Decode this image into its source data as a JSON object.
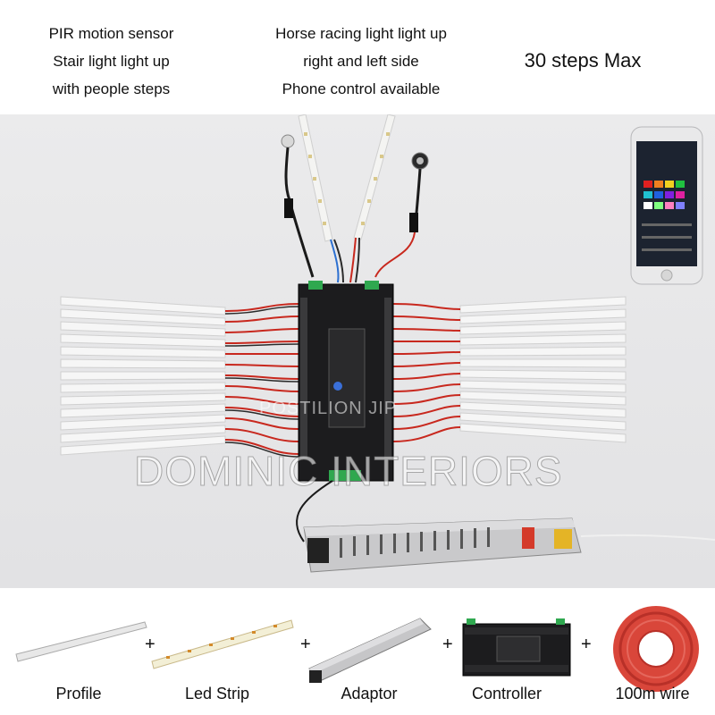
{
  "features": {
    "pir": [
      "PIR motion sensor",
      "Stair light light up",
      "with people steps"
    ],
    "horse": [
      "Horse racing light light up",
      "right and left side",
      "Phone control available"
    ],
    "max_steps": "30 steps Max"
  },
  "watermarks": {
    "small": "POSTILION JIP",
    "large": "DOMINIC INTERIORS"
  },
  "components": {
    "labels": [
      "Profile",
      "Led Strip",
      "Adaptor",
      "Controller",
      "100m wire"
    ],
    "plus": "+"
  },
  "colors": {
    "controller": "#1c1c1e",
    "wire_red": "#c8281e",
    "terminal_green": "#2fa84f",
    "profile": "#f4f4f4"
  }
}
